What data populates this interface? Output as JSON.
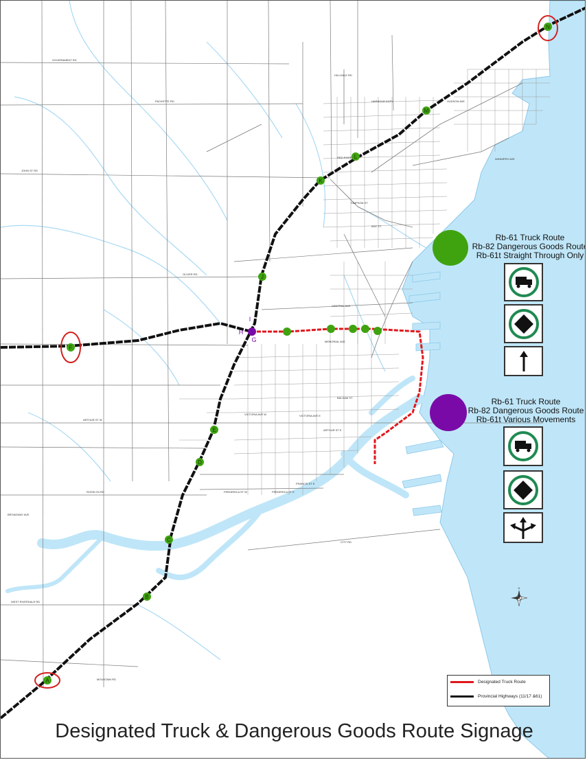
{
  "title": "Designated Truck & Dangerous Goods Route Signage",
  "legend": {
    "truck_route": "Designated Truck Route",
    "highways": "Provincial Highways (11/17 &61)",
    "truck_route_color": "#e0161b",
    "highway_color": "#111111"
  },
  "sign_groups": [
    {
      "lines": [
        "Rb-61 Truck Route",
        "Rb-82 Dangerous Goods Route",
        "Rb-61t Straight Through Only"
      ],
      "color": "#3fa310",
      "signs": [
        "truck-icon",
        "diamond-icon",
        "arrow-up-icon"
      ]
    },
    {
      "lines": [
        "Rb-61 Truck Route",
        "Rb-82 Dangerous Goods Route",
        "Rb-61t Various Movements"
      ],
      "color": "#7a0aa8",
      "signs": [
        "truck-icon",
        "diamond-icon",
        "multi-arrow-icon"
      ]
    }
  ],
  "markers": {
    "green": [
      "A",
      "B",
      "C",
      "D",
      "E",
      "F",
      "J",
      "K",
      "L",
      "M",
      "N"
    ],
    "purple": [
      "I",
      "H",
      "G"
    ]
  },
  "street_labels": [
    "GOVERNMENT RD",
    "PACKETTE RD",
    "JOHN ST RD",
    "OLIVER RD",
    "ARTHUR ST W",
    "ROSSLYN RD",
    "BROADWAY AVE",
    "WEST RIVERDALE RD",
    "MOUNTAIN RD",
    "CITY RD",
    "VICTORIA AVE E",
    "FREDERICA ST E",
    "VICTORIA AVE W",
    "FREDERICA ST W",
    "ARTHUR ST E",
    "CENTRAL AVE",
    "MEMORIAL AVE",
    "HUDSON AVE",
    "HARBOUR EXPY",
    "SIMPSON ST",
    "MAY ST",
    "RED RIVER RD",
    "HILLDALE RD",
    "BALSAM ST",
    "FRANCIS ST E",
    "WINNIPEG AVE"
  ],
  "colors": {
    "water": "#bfe6f8",
    "river_outline": "#8cc8ea",
    "street": "#7a7a7a",
    "green": "#3fa310",
    "purple": "#7a0aa8",
    "red_circle": "#d42020"
  }
}
